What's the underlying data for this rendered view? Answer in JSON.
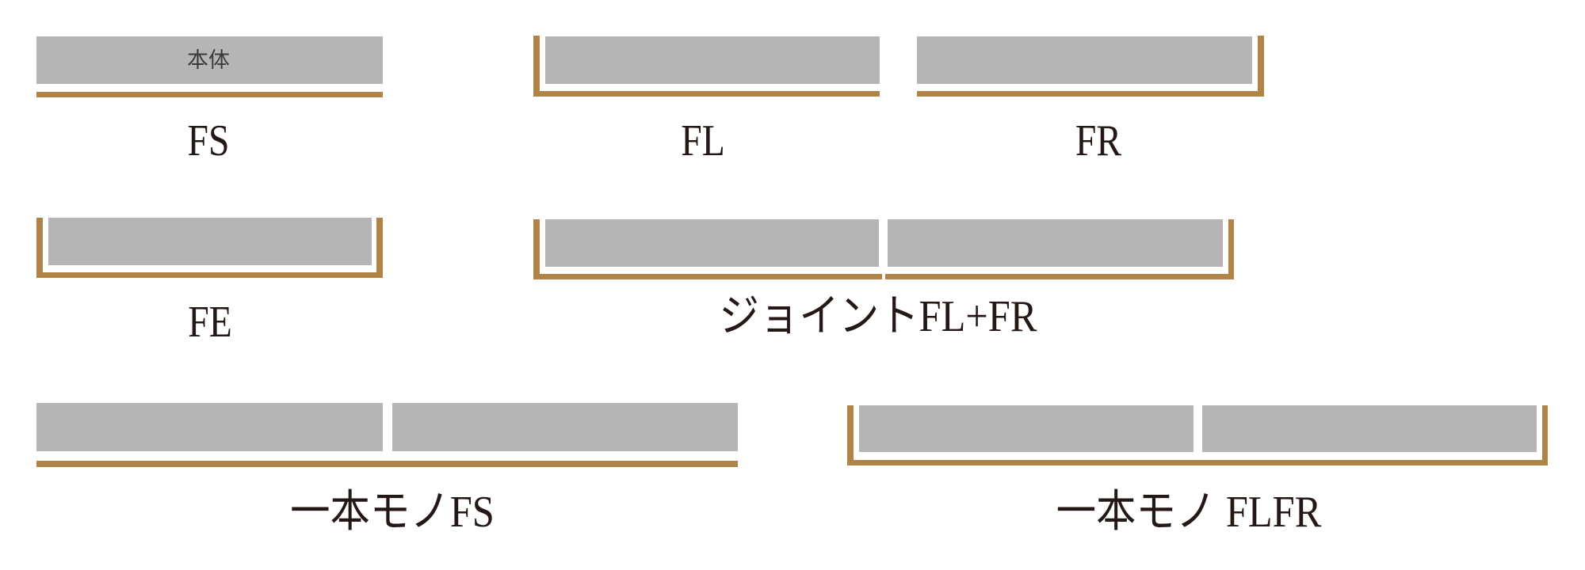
{
  "colors": {
    "panel_gray": "#b5b5b5",
    "rail_bronze": "#b08447",
    "text": "#231815",
    "background": "#ffffff"
  },
  "diagrams": {
    "fs": {
      "label": "FS",
      "panel_text": "本体"
    },
    "fl": {
      "label": "FL"
    },
    "fr": {
      "label": "FR"
    },
    "fe": {
      "label": "FE"
    },
    "joint": {
      "label": "ジョイントFL+FR"
    },
    "ippon_fs": {
      "label": "一本モノFS"
    },
    "ippon_flfr": {
      "label": "一本モノ FLFR"
    }
  }
}
